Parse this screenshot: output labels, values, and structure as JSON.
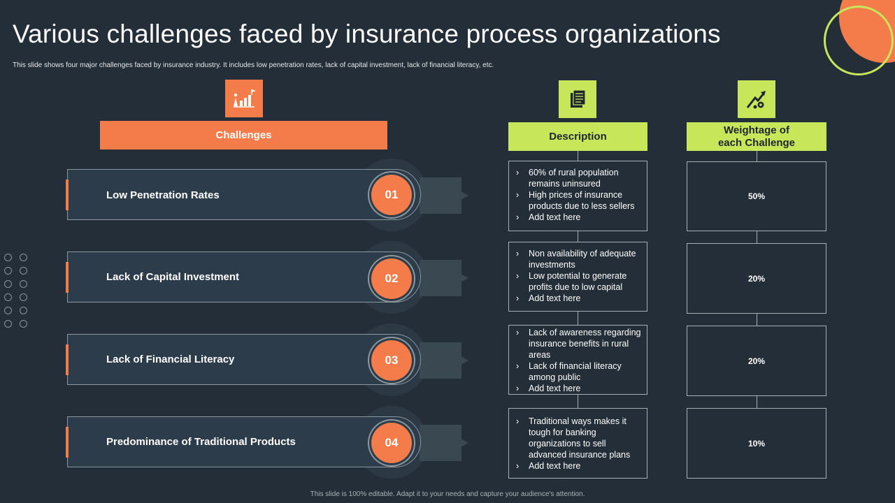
{
  "title": "Various challenges faced by insurance process organizations",
  "subtitle": "This slide shows four major challenges faced by insurance industry. It includes low penetration rates, lack of capital investment, lack of financial literacy, etc.",
  "headers": {
    "challenges": "Challenges",
    "description": "Description",
    "weightage_line1": "Weightage of",
    "weightage_line2": "each Challenge"
  },
  "icons": {
    "challenges": "growth-chart-flag-icon",
    "description": "document-list-icon",
    "weightage": "rising-arrow-gear-icon"
  },
  "colors": {
    "accent_orange": "#f47c4a",
    "accent_green": "#c8e65a",
    "background": "#232e38",
    "card": "#2c3c4a"
  },
  "challenges": [
    {
      "number": "01",
      "label": "Low Penetration Rates",
      "description": [
        "60% of rural population remains uninsured",
        "High prices of insurance products due to less sellers",
        "Add text here"
      ],
      "weightage": "50%"
    },
    {
      "number": "02",
      "label": "Lack  of Capital Investment",
      "description": [
        "Non availability of adequate investments",
        "Low potential to generate profits due to low capital",
        "Add text here"
      ],
      "weightage": "20%"
    },
    {
      "number": "03",
      "label": "Lack of Financial Literacy",
      "description": [
        "Lack of awareness regarding insurance benefits in rural areas",
        "Lack of financial literacy among public",
        "Add text here"
      ],
      "weightage": "20%"
    },
    {
      "number": "04",
      "label": "Predominance of Traditional Products",
      "description": [
        "Traditional  ways makes it tough for banking organizations to sell advanced insurance plans",
        "Add text here"
      ],
      "weightage": "10%"
    }
  ],
  "footer": "This slide is 100% editable.  Adapt it to your needs and capture your audience's attention."
}
